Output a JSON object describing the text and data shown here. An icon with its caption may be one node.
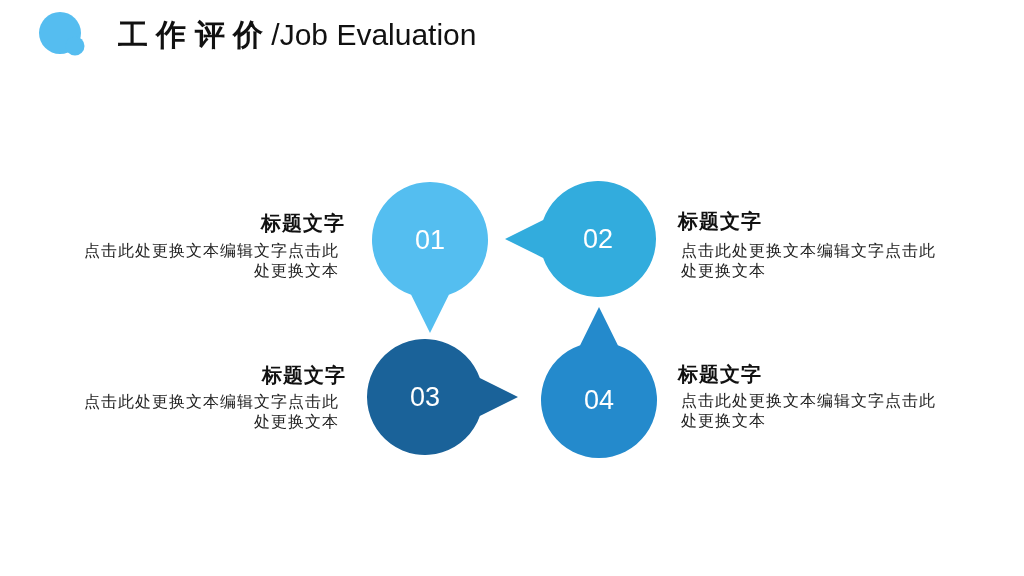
{
  "diagram": {
    "title": "**工 作 评 价** /Job Evaluation",
    "nodes": [
      {
        "text": [
          "01"
        ],
        "beside": [
          "标题文字",
          "点击此处更换文本编辑文字点击此处更换文本"
        ]
      },
      {
        "text": [
          "02"
        ],
        "beside": [
          "标题文字",
          "点击此处更换文本编辑文字点击此处更换文本"
        ]
      },
      {
        "text": [
          "03"
        ],
        "beside": [
          "标题文字",
          "点击此处更换文本编辑文字点击此处更换文本"
        ]
      },
      {
        "text": [
          "04"
        ],
        "beside": [
          "标题文字",
          "点击此处更换文本编辑文字点击此处更换文本"
        ]
      }
    ]
  }
}
